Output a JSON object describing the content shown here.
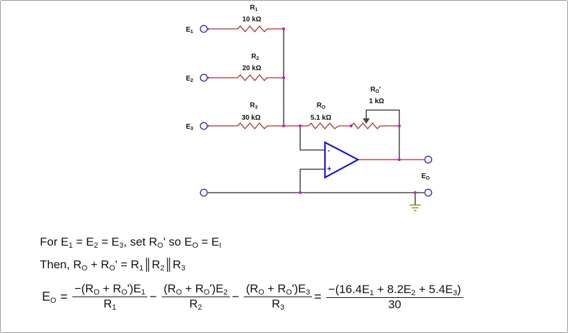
{
  "circuit": {
    "inputs": [
      {
        "name": "E",
        "sub": "1"
      },
      {
        "name": "E",
        "sub": "2"
      },
      {
        "name": "E",
        "sub": "3"
      }
    ],
    "resistors": [
      {
        "name": "R",
        "sub": "1",
        "value": "10 kΩ"
      },
      {
        "name": "R",
        "sub": "2",
        "value": "20 kΩ"
      },
      {
        "name": "R",
        "sub": "3",
        "value": "30 kΩ"
      }
    ],
    "ro": {
      "name": "R",
      "sub": "O",
      "value": "5.1 kΩ"
    },
    "ro_pot": {
      "name": "R",
      "sub": "O",
      "prime": "'",
      "value": "1 kΩ"
    },
    "output": {
      "name": "E",
      "sub": "O"
    },
    "opamp": {
      "minus": "-",
      "plus": "+"
    }
  },
  "equations": {
    "line1": {
      "text_a": "For E",
      "s1": "1",
      "text_b": " = E",
      "s2": "2",
      "text_c": " = E",
      "s3": "3",
      "text_d": ", set R",
      "s4": "O",
      "text_e": "' so E",
      "s5": "O",
      "text_f": " = E",
      "s6": "I"
    },
    "line2": {
      "text_a": "Then, R",
      "s1": "O",
      "text_b": " + R",
      "s2": "O",
      "text_c": "' = R",
      "s3": "1",
      "text_d": "║R",
      "s4": "2",
      "text_e": "║R",
      "s5": "3"
    },
    "line3": {
      "lhs": "E",
      "lhs_sub": "O",
      "eq": "=",
      "f1_num": "−(R",
      "f1_s1": "O",
      "f1_mid": " + R",
      "f1_s2": "O",
      "f1_end": "')E",
      "f1_s3": "1",
      "f1_den": "R",
      "f1_den_sub": "1",
      "op1": "−",
      "f2_num": "(R",
      "f2_s1": "O",
      "f2_mid": " + R",
      "f2_s2": "O",
      "f2_end": "')E",
      "f2_s3": "2",
      "f2_den": "R",
      "f2_den_sub": "2",
      "op2": "−",
      "f3_num": "(R",
      "f3_s1": "O",
      "f3_mid": " + R",
      "f3_s2": "O",
      "f3_end": "')E",
      "f3_s3": "3",
      "f3_den": "R",
      "f3_den_sub": "3",
      "eq2": "=",
      "f4_a": "−(16.4E",
      "f4_s1": "1",
      "f4_b": " + 8.2E",
      "f4_s2": "2",
      "f4_c": " + 5.4E",
      "f4_s3": "3",
      "f4_d": ")",
      "f4_den": "30"
    }
  },
  "colors": {
    "wire_red": "#a52a2a",
    "wire_black": "#222222",
    "node": "#e010c0",
    "opamp": "#1414d2",
    "ground": "#8a8a00",
    "terminal": "#1a1ab0"
  }
}
